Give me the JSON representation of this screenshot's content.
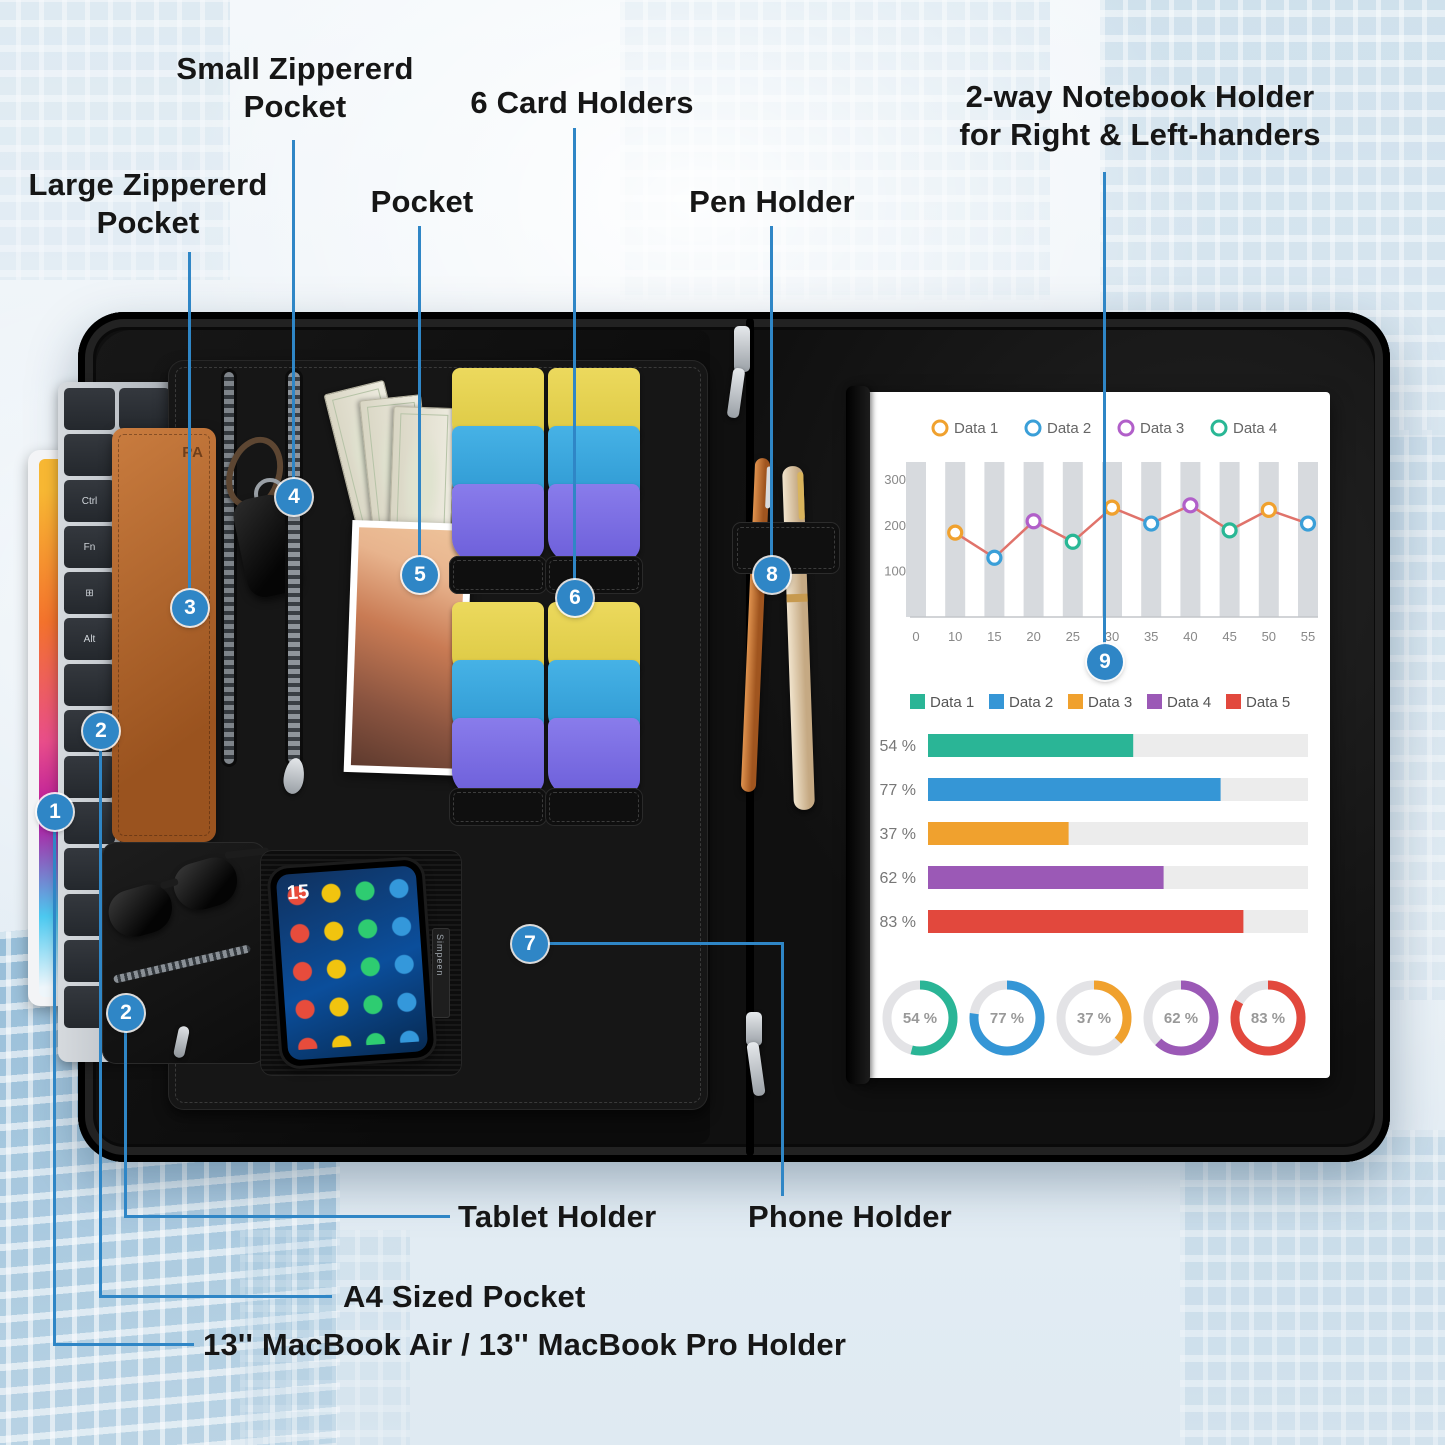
{
  "callouts": {
    "small_zipper_pocket": "Small Zippererd\nPocket",
    "large_zipper_pocket": "Large Zippererd\nPocket",
    "pocket": "Pocket",
    "card_holders": "6 Card Holders",
    "pen_holder": "Pen Holder",
    "notebook_holder": "2-way Notebook Holder\nfor Right & Left-handers",
    "tablet_holder": "Tablet Holder",
    "phone_holder": "Phone Holder",
    "a4_pocket": "A4 Sized Pocket",
    "macbook_holder": "13'' MacBook Air / 13'' MacBook Pro Holder"
  },
  "badges": {
    "macbook": "1",
    "a4": "2",
    "tablet": "2",
    "large_zip": "3",
    "small_zip": "4",
    "pocket": "5",
    "cards": "6",
    "phone": "7",
    "pen": "8",
    "notebook": "9"
  },
  "portfolio": {
    "passport_monogram": "PA",
    "brand_tag": "Simpeen",
    "phone_date": "15",
    "keyboard_keys": [
      "Ctrl",
      "Fn",
      "⊞",
      "Alt"
    ]
  },
  "colors": {
    "callout_line": "#2f86c6",
    "badge_background": "#2f86c6"
  },
  "chart_data": [
    {
      "type": "line",
      "legend": [
        "Data 1",
        "Data 2",
        "Data 3",
        "Data 4"
      ],
      "legend_colors": [
        "#f0a12e",
        "#3a9fd8",
        "#b15fc9",
        "#29b795"
      ],
      "x_axis_labels": [
        "0",
        "10",
        "15",
        "20",
        "25",
        "30",
        "35",
        "40",
        "45",
        "50",
        "55"
      ],
      "x": [
        10,
        15,
        20,
        25,
        30,
        35,
        40,
        45,
        50,
        55
      ],
      "values": [
        185,
        130,
        210,
        165,
        240,
        205,
        245,
        190,
        235,
        205
      ],
      "marker_colors": [
        "#f0a12e",
        "#3a9fd8",
        "#b15fc9",
        "#29b795",
        "#f0a12e",
        "#3a9fd8",
        "#b15fc9",
        "#29b795",
        "#f0a12e",
        "#3a9fd8"
      ],
      "line_color": "#e0736b",
      "yticks": [
        100,
        200,
        300
      ],
      "ylim": [
        0,
        340
      ],
      "background_bars": true,
      "bar_color": "#d7dade",
      "legend_position": "top"
    },
    {
      "type": "bar",
      "orientation": "horizontal",
      "legend": [
        "Data 1",
        "Data 2",
        "Data 3",
        "Data 4",
        "Data 5"
      ],
      "colors": [
        "#2ab596",
        "#3596d6",
        "#f0a12e",
        "#9b59b6",
        "#e2483d"
      ],
      "categories": [
        "54 %",
        "77 %",
        "37 %",
        "62 %",
        "83 %"
      ],
      "values": [
        54,
        77,
        37,
        62,
        83
      ],
      "xlim": [
        0,
        100
      ],
      "track_color": "#ececec"
    },
    {
      "type": "donut",
      "labels": [
        "54 %",
        "77 %",
        "37 %",
        "62 %",
        "83 %"
      ],
      "values": [
        54,
        77,
        37,
        62,
        83
      ],
      "colors": [
        "#2ab596",
        "#3596d6",
        "#f0a12e",
        "#9b59b6",
        "#e2483d"
      ],
      "track_color": "#e3e3e6"
    }
  ]
}
